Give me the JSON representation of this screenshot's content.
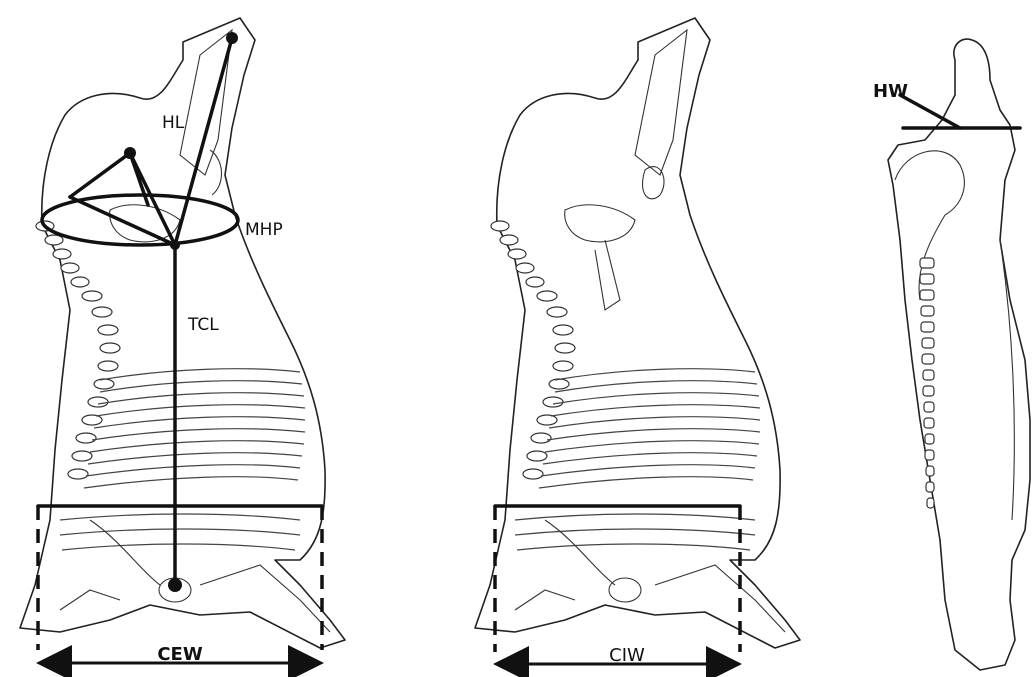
{
  "labels": {
    "hl": "HL",
    "mhp": "MHP",
    "tcl": "TCL",
    "cew": "CEW",
    "ciw": "CIW",
    "hw": "HW"
  },
  "colors": {
    "ink": "#111111",
    "outline": "#222222",
    "background": "#ffffff"
  }
}
